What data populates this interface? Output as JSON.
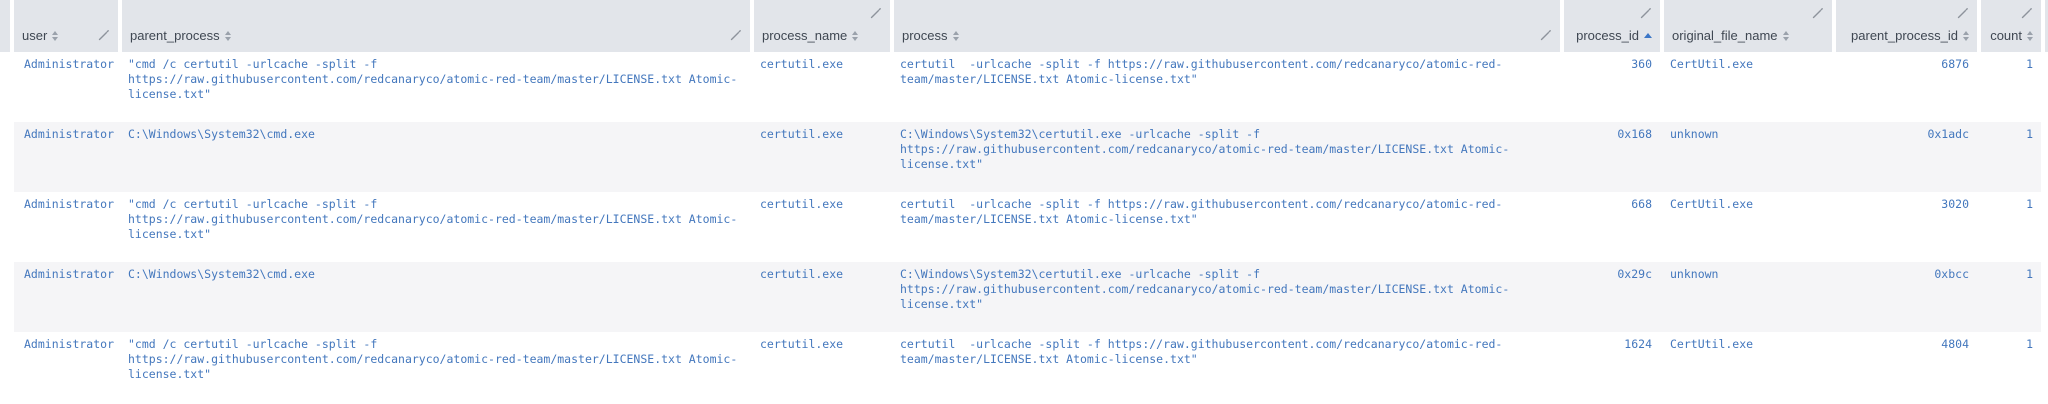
{
  "table": {
    "header": {
      "columns": [
        {
          "label": "user",
          "sortable": true,
          "sorted": null,
          "editable": true
        },
        {
          "label": "parent_process",
          "sortable": true,
          "sorted": null,
          "editable": true
        },
        {
          "label": "process_name",
          "sortable": true,
          "sorted": null,
          "editable": true
        },
        {
          "label": "process",
          "sortable": true,
          "sorted": null,
          "editable": true
        },
        {
          "label": "process_id",
          "sortable": true,
          "sorted": "asc",
          "editable": true
        },
        {
          "label": "original_file_name",
          "sortable": true,
          "sorted": null,
          "editable": true
        },
        {
          "label": "parent_process_id",
          "sortable": true,
          "sorted": null,
          "editable": true
        },
        {
          "label": "count",
          "sortable": true,
          "sorted": null,
          "editable": true
        }
      ]
    },
    "rows": [
      {
        "user": "Administrator",
        "parent_process": "\"cmd /c certutil -urlcache -split -f https://raw.githubusercontent.com/redcanaryco/atomic-red-team/master/LICENSE.txt Atomic-license.txt\"",
        "process_name": "certutil.exe",
        "process": "certutil  -urlcache -split -f https://raw.githubusercontent.com/redcanaryco/atomic-red-team/master/LICENSE.txt Atomic-license.txt\"",
        "process_id": "360",
        "original_file_name": "CertUtil.exe",
        "parent_process_id": "6876",
        "count": "1"
      },
      {
        "user": "Administrator",
        "parent_process": "C:\\Windows\\System32\\cmd.exe",
        "process_name": "certutil.exe",
        "process": "C:\\Windows\\System32\\certutil.exe -urlcache -split -f https://raw.githubusercontent.com/redcanaryco/atomic-red-team/master/LICENSE.txt Atomic-license.txt\"",
        "process_id": "0x168",
        "original_file_name": "unknown",
        "parent_process_id": "0x1adc",
        "count": "1"
      },
      {
        "user": "Administrator",
        "parent_process": "\"cmd /c certutil -urlcache -split -f https://raw.githubusercontent.com/redcanaryco/atomic-red-team/master/LICENSE.txt Atomic-license.txt\"",
        "process_name": "certutil.exe",
        "process": "certutil  -urlcache -split -f https://raw.githubusercontent.com/redcanaryco/atomic-red-team/master/LICENSE.txt Atomic-license.txt\"",
        "process_id": "668",
        "original_file_name": "CertUtil.exe",
        "parent_process_id": "3020",
        "count": "1"
      },
      {
        "user": "Administrator",
        "parent_process": "C:\\Windows\\System32\\cmd.exe",
        "process_name": "certutil.exe",
        "process": "C:\\Windows\\System32\\certutil.exe -urlcache -split -f https://raw.githubusercontent.com/redcanaryco/atomic-red-team/master/LICENSE.txt Atomic-license.txt\"",
        "process_id": "0x29c",
        "original_file_name": "unknown",
        "parent_process_id": "0xbcc",
        "count": "1"
      },
      {
        "user": "Administrator",
        "parent_process": "\"cmd /c certutil -urlcache -split -f https://raw.githubusercontent.com/redcanaryco/atomic-red-team/master/LICENSE.txt Atomic-license.txt\"",
        "process_name": "certutil.exe",
        "process": "certutil  -urlcache -split -f https://raw.githubusercontent.com/redcanaryco/atomic-red-team/master/LICENSE.txt Atomic-license.txt\"",
        "process_id": "1624",
        "original_file_name": "CertUtil.exe",
        "parent_process_id": "4804",
        "count": "1"
      }
    ]
  },
  "colors": {
    "header_bg": "#e2e5ea",
    "row_alt_bg": "#f5f5f7",
    "cell_link_text": "#4377bd",
    "sort_active": "#3b76c7",
    "icon_gray": "#8d939c",
    "header_text": "#3f4752"
  }
}
